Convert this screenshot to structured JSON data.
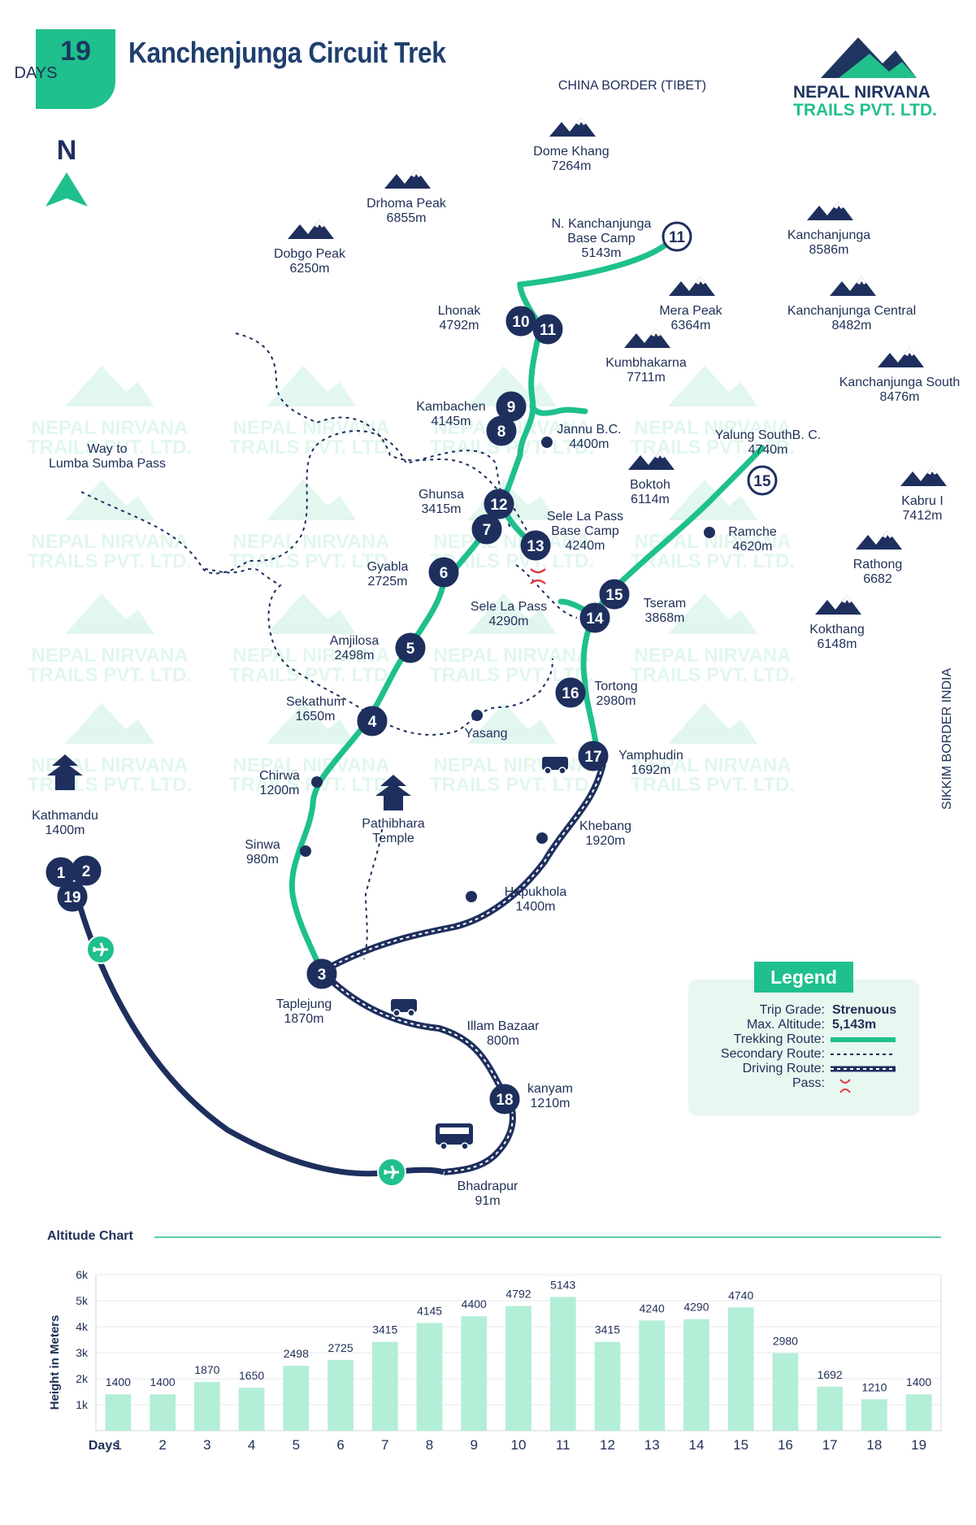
{
  "header": {
    "days_number": "19",
    "days_label": "DAYS",
    "title": "Kanchenjunga Circuit Trek"
  },
  "brand": {
    "line1": "NEPAL NIRVANA",
    "line2": "TRAILS PVT. LTD."
  },
  "watermark": {
    "line1": "NEPAL NIRVANA",
    "line2": "TRAILS PVT. LTD."
  },
  "compass": {
    "letter": "N"
  },
  "borders": {
    "china": "CHINA BORDER (TIBET)",
    "sikkim": "SIKKIM BORDER INDIA"
  },
  "peaks": [
    {
      "name": "Dome Khang",
      "alt": "7264m"
    },
    {
      "name": "Drhoma Peak",
      "alt": "6855m"
    },
    {
      "name": "Dobgo Peak",
      "alt": "6250m"
    },
    {
      "name": "Kanchanjunga",
      "alt": "8586m"
    },
    {
      "name": "Mera Peak",
      "alt": "6364m"
    },
    {
      "name": "Kanchanjunga Central",
      "alt": "8482m"
    },
    {
      "name": "Kumbhakarna",
      "alt": "7711m"
    },
    {
      "name": "Kanchanjunga South",
      "alt": "8476m"
    },
    {
      "name": "Boktoh",
      "alt": "6114m"
    },
    {
      "name": "Kabru I",
      "alt": "7412m"
    },
    {
      "name": "Rathong",
      "alt": "6682"
    },
    {
      "name": "Kokthang",
      "alt": "6148m"
    }
  ],
  "places": [
    {
      "name": "N. Kanchanjunga Base Camp",
      "name2": "",
      "alt": "5143m"
    },
    {
      "name": "Lhonak",
      "alt": "4792m"
    },
    {
      "name": "Kambachen",
      "alt": "4145m"
    },
    {
      "name": "Jannu B.C.",
      "alt": "4400m"
    },
    {
      "name": "Ghunsa",
      "alt": "3415m"
    },
    {
      "name": "Sele La Pass Base Camp",
      "alt": "4240m"
    },
    {
      "name": "Gyabla",
      "alt": "2725m"
    },
    {
      "name": "Sele La Pass",
      "alt": "4290m"
    },
    {
      "name": "Amjilosa",
      "alt": "2498m"
    },
    {
      "name": "Sekathum",
      "alt": "1650m"
    },
    {
      "name": "Yasang",
      "alt": ""
    },
    {
      "name": "Chirwa",
      "alt": "1200m"
    },
    {
      "name": "Sinwa",
      "alt": "980m"
    },
    {
      "name": "Pathibhara Temple",
      "alt": ""
    },
    {
      "name": "Kathmandu",
      "alt": "1400m"
    },
    {
      "name": "Taplejung",
      "alt": "1870m"
    },
    {
      "name": "Illam Bazaar",
      "alt": "800m"
    },
    {
      "name": "kanyam",
      "alt": "1210m"
    },
    {
      "name": "Bhadrapur",
      "alt": "91m"
    },
    {
      "name": "Hapukhola",
      "alt": "1400m"
    },
    {
      "name": "Khebang",
      "alt": "1920m"
    },
    {
      "name": "Yamphudin",
      "alt": "1692m"
    },
    {
      "name": "Tortong",
      "alt": "2980m"
    },
    {
      "name": "Tseram",
      "alt": "3868m"
    },
    {
      "name": "Ramche",
      "alt": "4620m"
    },
    {
      "name": "Yalung SouthB. C.",
      "alt": "4740m"
    },
    {
      "name": "Way to Lumba Sumba Pass",
      "alt": ""
    }
  ],
  "place_text": {
    "nkbc1": "N. Kanchanjunga",
    "nkbc2": "Base Camp",
    "slbc1": "Sele La Pass",
    "slbc2": "Base Camp",
    "pt1": "Pathibhara",
    "pt2": "Temple",
    "lumba1": "Way to",
    "lumba2": "Lumba Sumba Pass"
  },
  "stops": [
    "1",
    "2",
    "19",
    "3",
    "4",
    "5",
    "6",
    "7",
    "12",
    "8",
    "9",
    "10",
    "11",
    "11",
    "13",
    "14",
    "15",
    "15",
    "16",
    "17",
    "18"
  ],
  "legend": {
    "title": "Legend",
    "trip_grade_label": "Trip Grade:",
    "trip_grade": "Strenuous",
    "max_alt_label": "Max. Altitude:",
    "max_alt": "5,143m",
    "trekking_label": "Trekking Route:",
    "secondary_label": "Secondary Route:",
    "driving_label": "Driving Route:",
    "pass_label": "Pass:",
    "colors": {
      "trek": "#1fc08d",
      "route": "#1e2f5e",
      "pass": "#e0383e"
    }
  },
  "chart_data": {
    "type": "bar",
    "title": "Altitude Chart",
    "xlabel": "Days",
    "ylabel": "Height in Meters",
    "ylim": [
      0,
      6000
    ],
    "yticks": [
      "1k",
      "2k",
      "3k",
      "4k",
      "5k",
      "6k"
    ],
    "categories": [
      "1",
      "2",
      "3",
      "4",
      "5",
      "6",
      "7",
      "8",
      "9",
      "10",
      "11",
      "12",
      "13",
      "14",
      "15",
      "16",
      "17",
      "18",
      "19"
    ],
    "values": [
      1400,
      1400,
      1870,
      1650,
      2498,
      2725,
      3415,
      4145,
      4400,
      4792,
      5143,
      3415,
      4240,
      4290,
      4740,
      2980,
      1692,
      1210,
      1400
    ],
    "bar_color": "#b3eed6"
  }
}
